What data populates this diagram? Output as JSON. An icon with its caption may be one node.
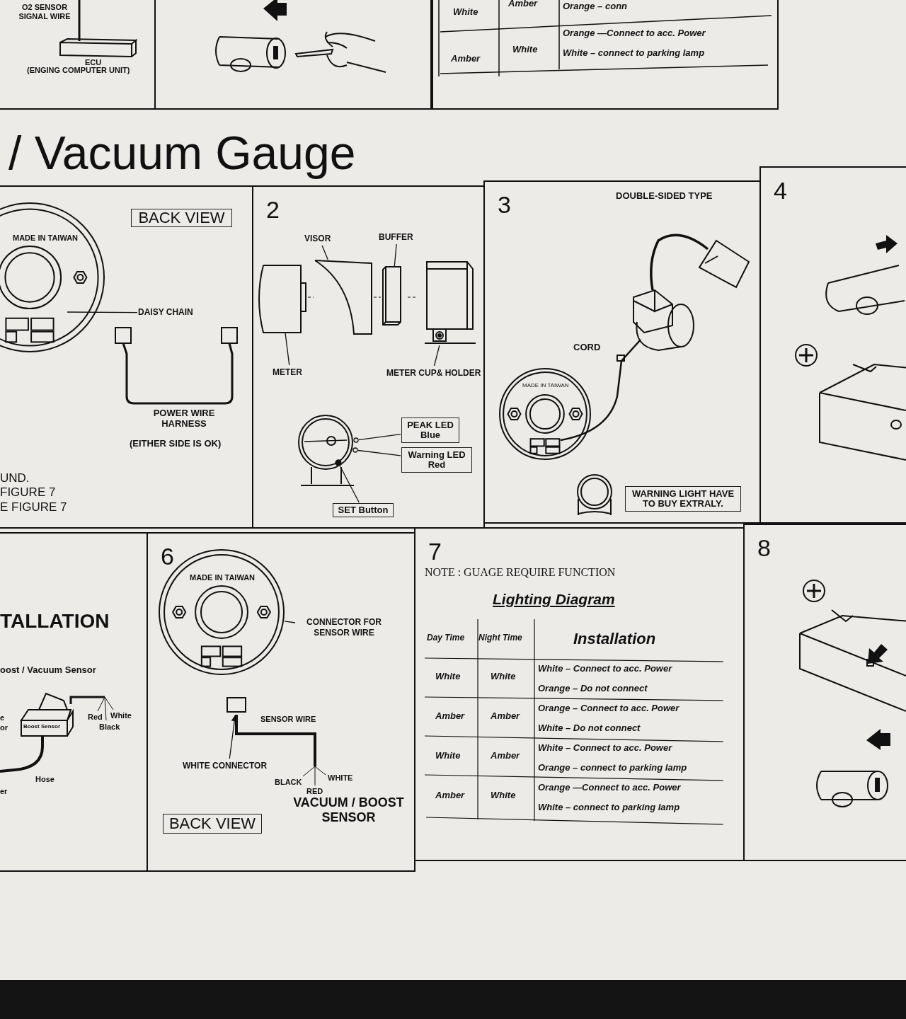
{
  "diagram": {
    "title": "/ Vacuum Gauge",
    "nodes": [
      {
        "text": [],
        "shape": "box"
      },
      {
        "text": [],
        "shape": "box"
      },
      {
        "text": [],
        "shape": "box"
      },
      {
        "text": [],
        "shape": "box"
      },
      {
        "text": [
          "BACK VIEW"
        ],
        "in": 3
      },
      {
        "text": [
          "DAISY CHAIN"
        ],
        "in": 3
      },
      {
        "text": [
          "2"
        ]
      },
      {
        "text": [
          "VISOR"
        ],
        "in": 6
      },
      {
        "text": [
          "BUFFER"
        ],
        "in": 6
      },
      {
        "text": [
          "METER"
        ],
        "in": 6
      },
      {
        "text": [
          "METER CUP& HOLDER"
        ],
        "in": 6
      },
      {
        "text": [
          "PEAK LED Blue"
        ],
        "in": 6
      },
      {
        "text": [
          "Warning LED Red"
        ],
        "in": 6
      },
      {
        "text": [
          "SET Button"
        ],
        "in": 6
      },
      {
        "text": [
          "3"
        ]
      },
      {
        "text": [
          "WARNING LIGHT HAVE TO BUY EXTRALY."
        ],
        "in": 14
      },
      {
        "text": [
          "4"
        ]
      },
      {
        "text": [],
        "shape": "box"
      },
      {
        "text": [
          "6"
        ]
      },
      {
        "text": [
          "CONNECTOR FOR SENSOR WIRE"
        ],
        "in": 18
      },
      {
        "text": [
          "WHITE CONNECTOR"
        ],
        "in": 18
      },
      {
        "text": [
          "BACK VIEW"
        ],
        "in": 18
      },
      {
        "text": [
          "7"
        ]
      },
      {
        "text": [
          "8"
        ]
      },
      {
        "text": [],
        "shape": "picture",
        "in": 6
      },
      {
        "text": [],
        "shape": "picture",
        "in": 6
      },
      {
        "text": [],
        "shape": "picture",
        "in": 6
      },
      {
        "text": [],
        "shape": "picture",
        "in": 6
      },
      {
        "text": [],
        "shape": "circle",
        "in": 6
      },
      {
        "text": [],
        "shape": "circle",
        "in": 6
      },
      {
        "text": [],
        "shape": "circle",
        "in": 6
      },
      {
        "text": [],
        "shape": "picture",
        "in": 18
      },
      {
        "text": [],
        "shape": "box",
        "in": 18
      }
    ],
    "edges": [
      {
        "from": 5,
        "to": null,
        "arrow": "none"
      },
      {
        "from": 7,
        "to": 25,
        "arrow": "none"
      },
      {
        "from": 8,
        "to": 26,
        "arrow": "none"
      },
      {
        "from": 9,
        "to": 24,
        "arrow": "none"
      },
      {
        "from": 10,
        "to": 27,
        "arrow": "none"
      },
      {
        "from": 11,
        "to": 28,
        "arrow": "none"
      },
      {
        "from": 12,
        "to": 29,
        "arrow": "none"
      },
      {
        "from": 13,
        "to": 30,
        "arrow": "none"
      },
      {
        "from": 19,
        "to": 31,
        "arrow": "none"
      },
      {
        "from": 20,
        "to": 32,
        "arrow": "to"
      }
    ],
    "labels": [
      "O2 SENSOR SIGNAL WIRE",
      "ECU",
      "(ENGING COMPUTER UNIT)",
      "White",
      "Amber",
      "Orange – conn",
      "Amber",
      "White",
      "Orange —Connect to acc. Power",
      "White – connect to parking lamp",
      "MADE IN TAIWAN",
      "POWER WIRE HARNESS",
      "(EITHER SIDE IS OK)",
      "UND.",
      "FIGURE 7",
      "E FIGURE 7",
      "DOUBLE-SIDED TYPE",
      "CORD",
      "MADE IN TAIWAN",
      "TALLATION",
      "oost / Vacuum Sensor",
      "Boost Sensor",
      "Red",
      "White",
      "Black",
      "e",
      "or",
      "Hose",
      "er",
      "MADE IN TAIWAN",
      "SENSOR WIRE",
      "BLACK",
      "RED",
      "WHITE",
      "VACUUM / BOOST SENSOR",
      "NOTE : GUAGE REQUIRE FUNCTION",
      "Lighting Diagram",
      "Day Time",
      "Night Time",
      "Installation",
      "White",
      "White",
      "White – Connect to acc. Power",
      "Orange – Do not connect",
      "Amber",
      "Amber",
      "Orange – Connect to acc. Power",
      "White – Do not connect",
      "White",
      "Amber",
      "White – Connect to acc. Power",
      "Orange – connect to parking lamp",
      "Amber",
      "White",
      "Orange —Connect to acc. Power",
      "White – connect to parking lamp"
    ]
  }
}
